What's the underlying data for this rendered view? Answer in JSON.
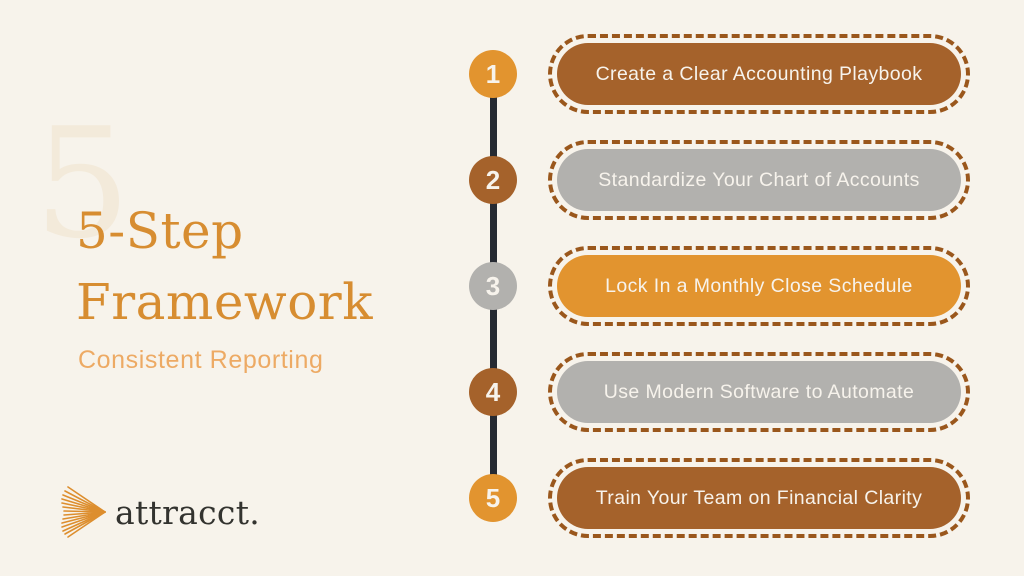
{
  "palette": {
    "background": "#F7F3EB",
    "brown": "#A5622B",
    "orange": "#E2942F",
    "gray": "#B2B1AE",
    "dash_border": "#9A571C",
    "timeline": "#262A32",
    "step_text": "#F7F3EC",
    "title": "#D78D31",
    "subtitle": "#EDAA64",
    "watermark": "#F3EADA",
    "logo_text_color": "#33332F",
    "logo_icon_color": "#DD8E2E"
  },
  "header": {
    "watermark_digit": "5",
    "title_line1": "5-Step",
    "title_line2": "Framework",
    "subtitle": "Consistent Reporting"
  },
  "logo": {
    "text": "attracct.",
    "icon": "wing-arrow-icon"
  },
  "steps": [
    {
      "number": "1",
      "label": "Create a Clear Accounting Playbook",
      "circle_color": "#E2942F",
      "pill_color": "#A5622B"
    },
    {
      "number": "2",
      "label": "Standardize Your Chart of Accounts",
      "circle_color": "#A5622B",
      "pill_color": "#B2B1AE"
    },
    {
      "number": "3",
      "label": "Lock In a Monthly Close Schedule",
      "circle_color": "#B2B1AE",
      "pill_color": "#E2942F"
    },
    {
      "number": "4",
      "label": "Use Modern Software to Automate",
      "circle_color": "#A5622B",
      "pill_color": "#B2B1AE"
    },
    {
      "number": "5",
      "label": "Train Your Team on Financial Clarity",
      "circle_color": "#E2942F",
      "pill_color": "#A5622B"
    }
  ]
}
